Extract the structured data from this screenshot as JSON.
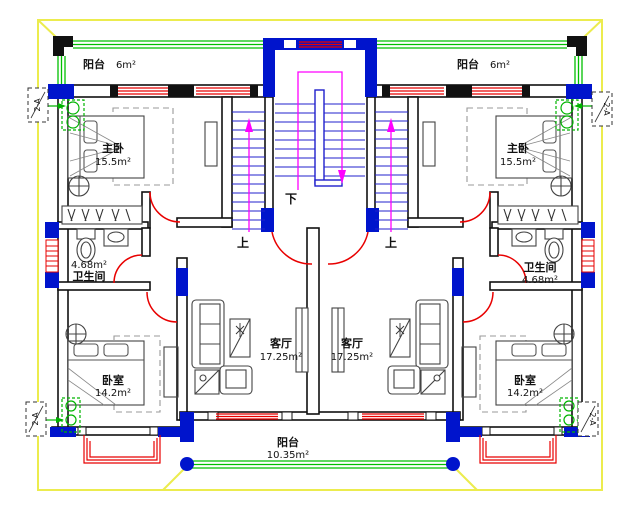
{
  "drawing_type": "residential floor plan (two mirrored units with central staircase)",
  "colors": {
    "wall": "#111111",
    "column": "#0014cc",
    "window": "#e80000",
    "door_swing": "#e80000",
    "balcony_railing": "#00c000",
    "roof_outline": "#ecec4e",
    "stair_tread": "#2020cc",
    "direction_guide": "#ff00ff",
    "furniture": "#444444",
    "background": "#ffffff"
  },
  "rooms": {
    "balcony_top_left": {
      "name": "阳台",
      "area": "6m²"
    },
    "balcony_top_right": {
      "name": "阳台",
      "area": "6m²"
    },
    "master_bedroom_left": {
      "name": "主卧",
      "area": "15.5m²"
    },
    "master_bedroom_right": {
      "name": "主卧",
      "area": "15.5m²"
    },
    "bathroom_left": {
      "name": "卫生间",
      "area": "4.68m²"
    },
    "bathroom_right": {
      "name": "卫生间",
      "area": "4.68m²"
    },
    "living_room_left": {
      "name": "客厅",
      "area": "17.25m²"
    },
    "living_room_right": {
      "name": "客厅",
      "area": "17.25m²"
    },
    "bedroom_left": {
      "name": "卧室",
      "area": "14.2m²"
    },
    "bedroom_right": {
      "name": "卧室",
      "area": "14.2m²"
    },
    "balcony_bottom": {
      "name": "阳台",
      "area": "10.35m²"
    }
  },
  "stairs": {
    "up_label": "上",
    "down_label": "下"
  },
  "section_marker": {
    "label": "2-A"
  }
}
